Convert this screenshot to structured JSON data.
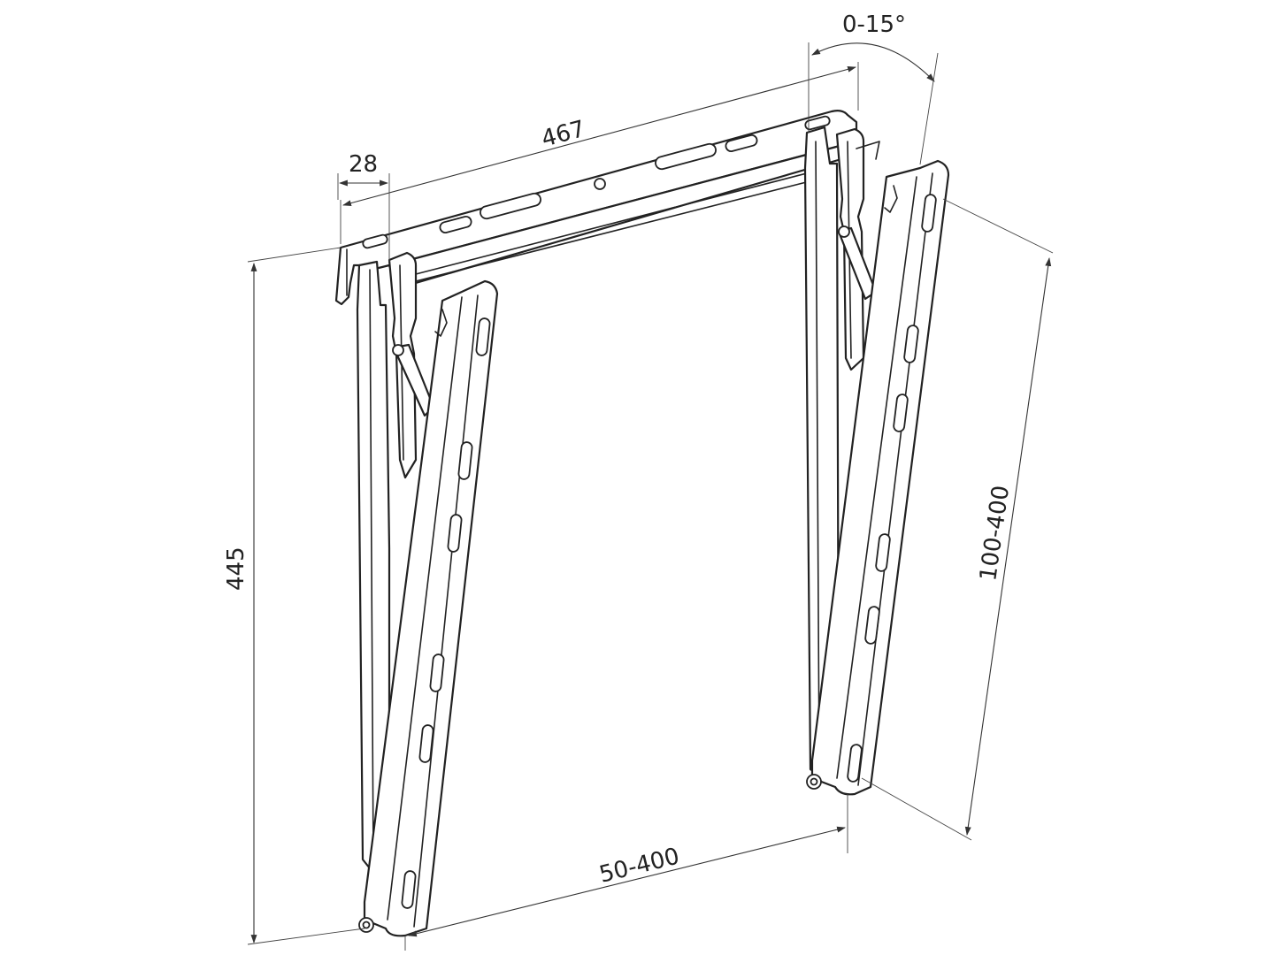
{
  "dimensions": {
    "width": "467",
    "offset": "28",
    "height": "445",
    "tilt": "0-15°",
    "vertical_pattern": "100-400",
    "horizontal_pattern": "50-400"
  },
  "colors": {
    "line": "#222222",
    "background": "#ffffff"
  }
}
